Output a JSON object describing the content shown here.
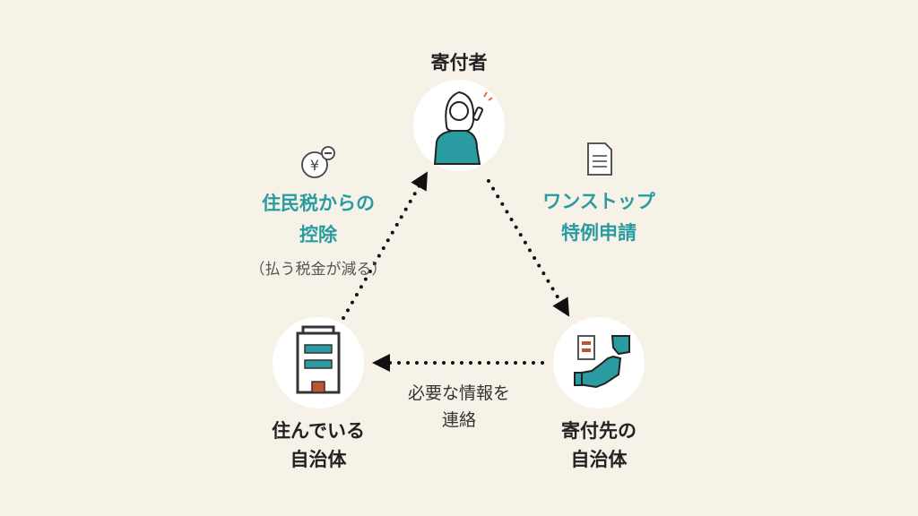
{
  "nodes": {
    "donor": {
      "label": "寄付者"
    },
    "resident_municipality": {
      "line1": "住んでいる",
      "line2": "自治体"
    },
    "donation_municipality": {
      "line1": "寄付先の",
      "line2": "自治体"
    }
  },
  "edges": {
    "deduction": {
      "line1": "住民税からの",
      "line2": "控除",
      "note": "（払う税金が減る）",
      "icon": "yen-minus-icon"
    },
    "one_stop": {
      "line1": "ワンストップ",
      "line2": "特例申請",
      "icon": "document-icon"
    },
    "notify": {
      "line1": "必要な情報を",
      "line2": "連絡"
    }
  },
  "colors": {
    "background": "#f6f2e8",
    "accent": "#2a9ba0",
    "text": "#222222",
    "building_window": "#c0552c"
  }
}
